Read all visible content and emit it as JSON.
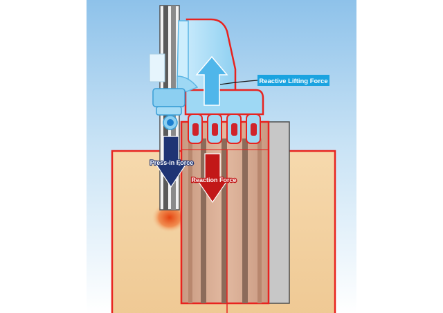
{
  "labels": {
    "reactive_lifting_force": "Reactive Lifting Force",
    "press_in_force": "Press-in Force",
    "reaction_force": "Reaction Force"
  },
  "colors": {
    "sky_top": "#8fc3ea",
    "sky_bottom": "#ffffff",
    "soil": "#f3d2a2",
    "soil_outline": "#e8231f",
    "machine_blue": "#a9dcf6",
    "machine_blue_dark": "#5bb6e5",
    "reactive_label_bg": "#1ba3e0",
    "press_in_arrow": "#1c2f6e",
    "reaction_arrow": "#c41a1a",
    "piles_fill": "#d8a88c",
    "pile_grey": "#9a9a9a"
  }
}
